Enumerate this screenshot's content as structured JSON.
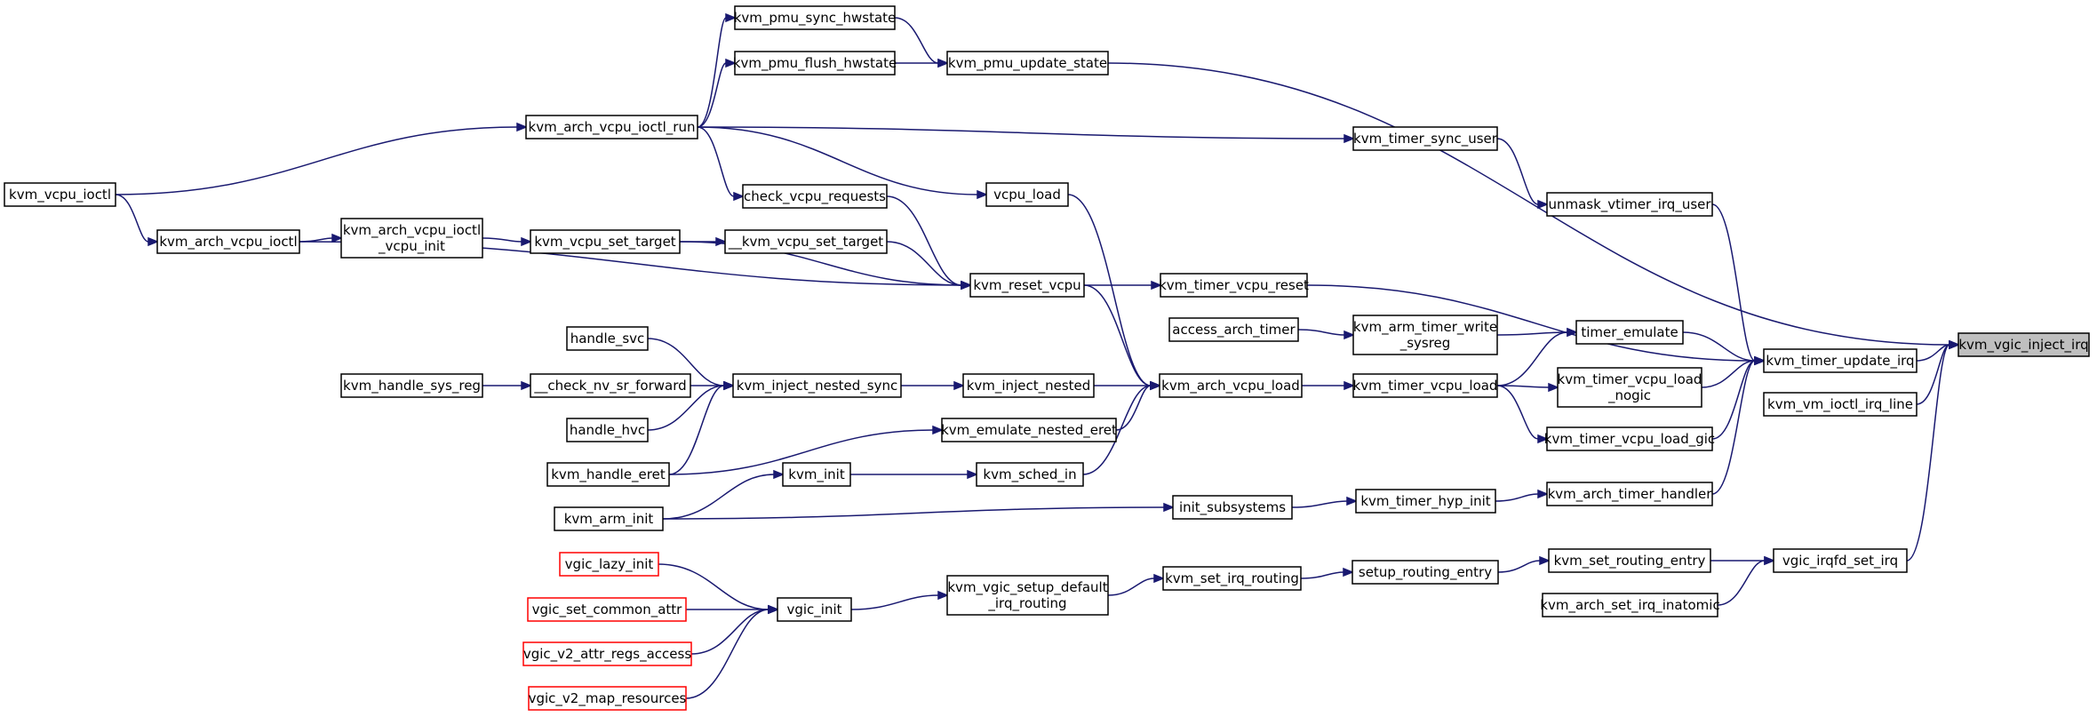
{
  "graph": {
    "nodes": [
      {
        "id": "kvm_vgic_inject_irq",
        "lines": [
          "kvm_vgic_inject_irq"
        ],
        "style": "gray"
      },
      {
        "id": "kvm_timer_update_irq",
        "lines": [
          "kvm_timer_update_irq"
        ],
        "style": "normal"
      },
      {
        "id": "kvm_vm_ioctl_irq_line",
        "lines": [
          "kvm_vm_ioctl_irq_line"
        ],
        "style": "normal"
      },
      {
        "id": "vgic_irqfd_set_irq",
        "lines": [
          "vgic_irqfd_set_irq"
        ],
        "style": "normal"
      },
      {
        "id": "kvm_pmu_update_state",
        "lines": [
          "kvm_pmu_update_state"
        ],
        "style": "normal"
      },
      {
        "id": "kvm_pmu_sync_hwstate",
        "lines": [
          "kvm_pmu_sync_hwstate"
        ],
        "style": "normal"
      },
      {
        "id": "kvm_pmu_flush_hwstate",
        "lines": [
          "kvm_pmu_flush_hwstate"
        ],
        "style": "normal"
      },
      {
        "id": "kvm_arch_vcpu_ioctl_run",
        "lines": [
          "kvm_arch_vcpu_ioctl_run"
        ],
        "style": "normal"
      },
      {
        "id": "kvm_vcpu_ioctl",
        "lines": [
          "kvm_vcpu_ioctl"
        ],
        "style": "normal"
      },
      {
        "id": "kvm_timer_sync_user",
        "lines": [
          "kvm_timer_sync_user"
        ],
        "style": "normal"
      },
      {
        "id": "unmask_vtimer_irq_user",
        "lines": [
          "unmask_vtimer_irq_user"
        ],
        "style": "normal"
      },
      {
        "id": "vcpu_load",
        "lines": [
          "vcpu_load"
        ],
        "style": "normal"
      },
      {
        "id": "check_vcpu_requests",
        "lines": [
          "check_vcpu_requests"
        ],
        "style": "normal"
      },
      {
        "id": "kvm_arch_vcpu_ioctl",
        "lines": [
          "kvm_arch_vcpu_ioctl"
        ],
        "style": "normal"
      },
      {
        "id": "kvm_arch_vcpu_ioctl_vcpu_init",
        "lines": [
          "kvm_arch_vcpu_ioctl",
          "_vcpu_init"
        ],
        "style": "normal"
      },
      {
        "id": "kvm_vcpu_set_target",
        "lines": [
          "kvm_vcpu_set_target"
        ],
        "style": "normal"
      },
      {
        "id": "__kvm_vcpu_set_target",
        "lines": [
          "__kvm_vcpu_set_target"
        ],
        "style": "normal"
      },
      {
        "id": "kvm_reset_vcpu",
        "lines": [
          "kvm_reset_vcpu"
        ],
        "style": "normal"
      },
      {
        "id": "kvm_timer_vcpu_reset",
        "lines": [
          "kvm_timer_vcpu_reset"
        ],
        "style": "normal"
      },
      {
        "id": "access_arch_timer",
        "lines": [
          "access_arch_timer"
        ],
        "style": "normal"
      },
      {
        "id": "kvm_arm_timer_write_sysreg",
        "lines": [
          "kvm_arm_timer_write",
          "_sysreg"
        ],
        "style": "normal"
      },
      {
        "id": "timer_emulate",
        "lines": [
          "timer_emulate"
        ],
        "style": "normal"
      },
      {
        "id": "handle_svc",
        "lines": [
          "handle_svc"
        ],
        "style": "normal"
      },
      {
        "id": "kvm_handle_sys_reg",
        "lines": [
          "kvm_handle_sys_reg"
        ],
        "style": "normal"
      },
      {
        "id": "__check_nv_sr_forward",
        "lines": [
          "__check_nv_sr_forward"
        ],
        "style": "normal"
      },
      {
        "id": "kvm_inject_nested_sync",
        "lines": [
          "kvm_inject_nested_sync"
        ],
        "style": "normal"
      },
      {
        "id": "kvm_inject_nested",
        "lines": [
          "kvm_inject_nested"
        ],
        "style": "normal"
      },
      {
        "id": "kvm_arch_vcpu_load",
        "lines": [
          "kvm_arch_vcpu_load"
        ],
        "style": "normal"
      },
      {
        "id": "kvm_timer_vcpu_load",
        "lines": [
          "kvm_timer_vcpu_load"
        ],
        "style": "normal"
      },
      {
        "id": "kvm_timer_vcpu_load_nogic",
        "lines": [
          "kvm_timer_vcpu_load",
          "_nogic"
        ],
        "style": "normal"
      },
      {
        "id": "handle_hvc",
        "lines": [
          "handle_hvc"
        ],
        "style": "normal"
      },
      {
        "id": "kvm_emulate_nested_eret",
        "lines": [
          "kvm_emulate_nested_eret"
        ],
        "style": "normal"
      },
      {
        "id": "kvm_timer_vcpu_load_gic",
        "lines": [
          "kvm_timer_vcpu_load_gic"
        ],
        "style": "normal"
      },
      {
        "id": "kvm_handle_eret",
        "lines": [
          "kvm_handle_eret"
        ],
        "style": "normal"
      },
      {
        "id": "kvm_init",
        "lines": [
          "kvm_init"
        ],
        "style": "normal"
      },
      {
        "id": "kvm_sched_in",
        "lines": [
          "kvm_sched_in"
        ],
        "style": "normal"
      },
      {
        "id": "kvm_arch_timer_handler",
        "lines": [
          "kvm_arch_timer_handler"
        ],
        "style": "normal"
      },
      {
        "id": "kvm_arm_init",
        "lines": [
          "kvm_arm_init"
        ],
        "style": "normal"
      },
      {
        "id": "init_subsystems",
        "lines": [
          "init_subsystems"
        ],
        "style": "normal"
      },
      {
        "id": "kvm_timer_hyp_init",
        "lines": [
          "kvm_timer_hyp_init"
        ],
        "style": "normal"
      },
      {
        "id": "vgic_lazy_init",
        "lines": [
          "vgic_lazy_init"
        ],
        "style": "red"
      },
      {
        "id": "kvm_set_routing_entry",
        "lines": [
          "kvm_set_routing_entry"
        ],
        "style": "normal"
      },
      {
        "id": "setup_routing_entry",
        "lines": [
          "setup_routing_entry"
        ],
        "style": "normal"
      },
      {
        "id": "kvm_vgic_setup_default_irq_routing",
        "lines": [
          "kvm_vgic_setup_default",
          "_irq_routing"
        ],
        "style": "normal"
      },
      {
        "id": "kvm_set_irq_routing",
        "lines": [
          "kvm_set_irq_routing"
        ],
        "style": "normal"
      },
      {
        "id": "vgic_set_common_attr",
        "lines": [
          "vgic_set_common_attr"
        ],
        "style": "red"
      },
      {
        "id": "vgic_init",
        "lines": [
          "vgic_init"
        ],
        "style": "normal"
      },
      {
        "id": "kvm_arch_set_irq_inatomic",
        "lines": [
          "kvm_arch_set_irq_inatomic"
        ],
        "style": "normal"
      },
      {
        "id": "vgic_v2_attr_regs_access",
        "lines": [
          "vgic_v2_attr_regs_access"
        ],
        "style": "red"
      },
      {
        "id": "vgic_v2_map_resources",
        "lines": [
          "vgic_v2_map_resources"
        ],
        "style": "red"
      }
    ],
    "edges": [
      {
        "from": "kvm_vgic_inject_irq",
        "to": "kvm_timer_update_irq"
      },
      {
        "from": "kvm_vgic_inject_irq",
        "to": "kvm_vm_ioctl_irq_line"
      },
      {
        "from": "kvm_vgic_inject_irq",
        "to": "vgic_irqfd_set_irq"
      },
      {
        "from": "kvm_vgic_inject_irq",
        "to": "kvm_pmu_update_state"
      },
      {
        "from": "kvm_timer_update_irq",
        "to": "unmask_vtimer_irq_user"
      },
      {
        "from": "kvm_timer_update_irq",
        "to": "kvm_timer_vcpu_reset"
      },
      {
        "from": "kvm_timer_update_irq",
        "to": "timer_emulate"
      },
      {
        "from": "kvm_timer_update_irq",
        "to": "kvm_timer_vcpu_load_nogic"
      },
      {
        "from": "kvm_timer_update_irq",
        "to": "kvm_timer_vcpu_load_gic"
      },
      {
        "from": "kvm_timer_update_irq",
        "to": "kvm_arch_timer_handler"
      },
      {
        "from": "vgic_irqfd_set_irq",
        "to": "kvm_set_routing_entry"
      },
      {
        "from": "vgic_irqfd_set_irq",
        "to": "kvm_arch_set_irq_inatomic"
      },
      {
        "from": "kvm_pmu_update_state",
        "to": "kvm_pmu_sync_hwstate"
      },
      {
        "from": "kvm_pmu_update_state",
        "to": "kvm_pmu_flush_hwstate"
      },
      {
        "from": "kvm_pmu_sync_hwstate",
        "to": "kvm_arch_vcpu_ioctl_run"
      },
      {
        "from": "kvm_pmu_flush_hwstate",
        "to": "kvm_arch_vcpu_ioctl_run"
      },
      {
        "from": "kvm_arch_vcpu_ioctl_run",
        "to": "kvm_vcpu_ioctl"
      },
      {
        "from": "kvm_timer_sync_user",
        "to": "kvm_arch_vcpu_ioctl_run"
      },
      {
        "from": "unmask_vtimer_irq_user",
        "to": "kvm_timer_sync_user"
      },
      {
        "from": "vcpu_load",
        "to": "kvm_arch_vcpu_ioctl_run"
      },
      {
        "from": "check_vcpu_requests",
        "to": "kvm_arch_vcpu_ioctl_run"
      },
      {
        "from": "kvm_arch_vcpu_ioctl",
        "to": "kvm_vcpu_ioctl"
      },
      {
        "from": "kvm_arch_vcpu_ioctl_vcpu_init",
        "to": "kvm_arch_vcpu_ioctl"
      },
      {
        "from": "kvm_vcpu_set_target",
        "to": "kvm_arch_vcpu_ioctl_vcpu_init"
      },
      {
        "from": "__kvm_vcpu_set_target",
        "to": "kvm_vcpu_set_target"
      },
      {
        "from": "kvm_reset_vcpu",
        "to": "check_vcpu_requests"
      },
      {
        "from": "kvm_reset_vcpu",
        "to": "kvm_arch_vcpu_ioctl"
      },
      {
        "from": "kvm_reset_vcpu",
        "to": "kvm_vcpu_set_target"
      },
      {
        "from": "kvm_reset_vcpu",
        "to": "__kvm_vcpu_set_target"
      },
      {
        "from": "kvm_timer_vcpu_reset",
        "to": "kvm_reset_vcpu"
      },
      {
        "from": "kvm_arm_timer_write_sysreg",
        "to": "access_arch_timer"
      },
      {
        "from": "timer_emulate",
        "to": "kvm_arm_timer_write_sysreg"
      },
      {
        "from": "timer_emulate",
        "to": "kvm_timer_vcpu_load"
      },
      {
        "from": "__check_nv_sr_forward",
        "to": "kvm_handle_sys_reg"
      },
      {
        "from": "kvm_inject_nested_sync",
        "to": "handle_svc"
      },
      {
        "from": "kvm_inject_nested_sync",
        "to": "__check_nv_sr_forward"
      },
      {
        "from": "kvm_inject_nested_sync",
        "to": "handle_hvc"
      },
      {
        "from": "kvm_inject_nested_sync",
        "to": "kvm_handle_eret"
      },
      {
        "from": "kvm_inject_nested",
        "to": "kvm_inject_nested_sync"
      },
      {
        "from": "kvm_arch_vcpu_load",
        "to": "vcpu_load"
      },
      {
        "from": "kvm_arch_vcpu_load",
        "to": "kvm_reset_vcpu"
      },
      {
        "from": "kvm_arch_vcpu_load",
        "to": "kvm_inject_nested"
      },
      {
        "from": "kvm_arch_vcpu_load",
        "to": "kvm_emulate_nested_eret"
      },
      {
        "from": "kvm_arch_vcpu_load",
        "to": "kvm_sched_in"
      },
      {
        "from": "kvm_timer_vcpu_load",
        "to": "kvm_arch_vcpu_load"
      },
      {
        "from": "kvm_timer_vcpu_load_nogic",
        "to": "kvm_timer_vcpu_load"
      },
      {
        "from": "kvm_timer_vcpu_load_gic",
        "to": "kvm_timer_vcpu_load"
      },
      {
        "from": "kvm_emulate_nested_eret",
        "to": "kvm_handle_eret"
      },
      {
        "from": "kvm_init",
        "to": "kvm_arm_init"
      },
      {
        "from": "kvm_sched_in",
        "to": "kvm_init"
      },
      {
        "from": "kvm_arch_timer_handler",
        "to": "kvm_timer_hyp_init"
      },
      {
        "from": "init_subsystems",
        "to": "kvm_arm_init"
      },
      {
        "from": "kvm_timer_hyp_init",
        "to": "init_subsystems"
      },
      {
        "from": "kvm_set_routing_entry",
        "to": "setup_routing_entry"
      },
      {
        "from": "setup_routing_entry",
        "to": "kvm_set_irq_routing"
      },
      {
        "from": "kvm_set_irq_routing",
        "to": "kvm_vgic_setup_default_irq_routing"
      },
      {
        "from": "kvm_vgic_setup_default_irq_routing",
        "to": "vgic_init"
      },
      {
        "from": "vgic_init",
        "to": "vgic_lazy_init"
      },
      {
        "from": "vgic_init",
        "to": "vgic_set_common_attr"
      },
      {
        "from": "vgic_init",
        "to": "vgic_v2_attr_regs_access"
      },
      {
        "from": "vgic_init",
        "to": "vgic_v2_map_resources"
      }
    ]
  }
}
